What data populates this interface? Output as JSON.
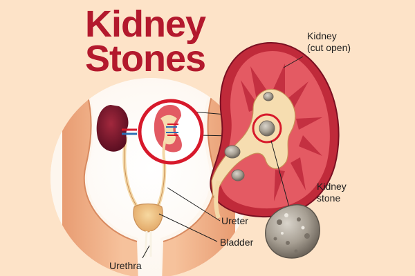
{
  "title": {
    "line1": "Kidney",
    "line2": "Stones"
  },
  "labels": {
    "kidney_cut_open_line1": "Kidney",
    "kidney_cut_open_line2": "(cut open)",
    "kidney_stone_line1": "Kidney",
    "kidney_stone_line2": "stone",
    "ureter": "Ureter",
    "bladder": "Bladder",
    "urethra": "Urethra"
  },
  "colors": {
    "background": "#fde3c8",
    "title": "#b3192d",
    "highlight_ring": "#d7192b",
    "skin": "#f3b88f",
    "kidney_flesh": "#dd3f4c",
    "kidney_pelvis": "#f6ddb0",
    "stone": "#a69e92",
    "label_text": "#1e1e1e"
  },
  "icons": [
    "kidney-icon",
    "kidney-stone-icon",
    "bladder-icon",
    "magnifier-ring-icon"
  ]
}
